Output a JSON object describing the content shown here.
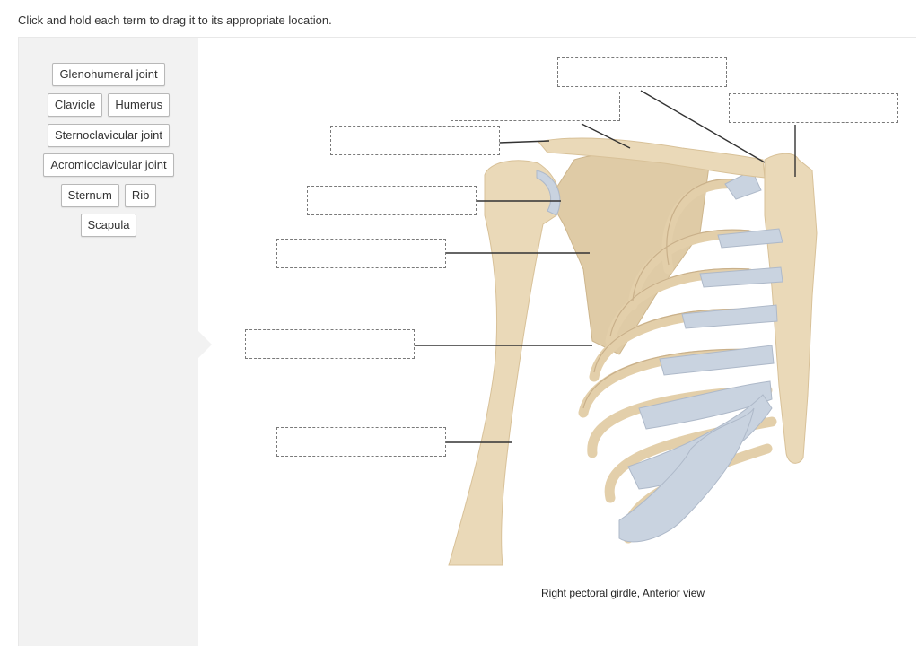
{
  "instruction": "Click and hold each term to drag it to its appropriate location.",
  "terms": {
    "glenohumeral": "Glenohumeral joint",
    "clavicle": "Clavicle",
    "humerus": "Humerus",
    "sternoclavicular": "Sternoclavicular joint",
    "acromioclavicular": "Acromioclavicular joint",
    "sternum": "Sternum",
    "rib": "Rib",
    "scapula": "Scapula"
  },
  "figure": {
    "caption": "Right pectoral girdle, Anterior view"
  },
  "colors": {
    "bone": "#ead9b8",
    "bone_shade": "#d8c198",
    "cartilage": "#c9d3e0",
    "bank_bg": "#f2f2f2",
    "leader": "#333333"
  }
}
